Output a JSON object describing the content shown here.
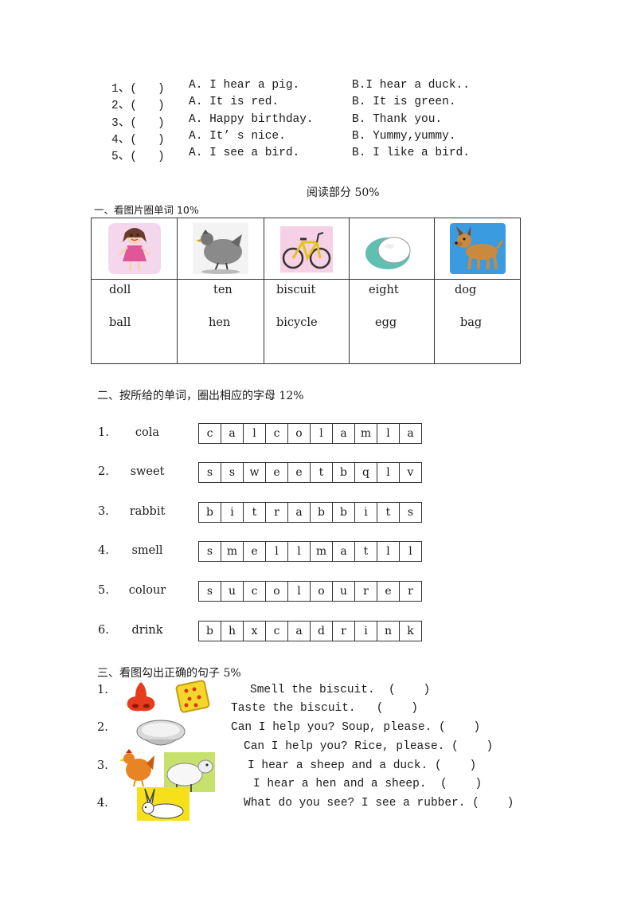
{
  "listening": [
    {
      "num": "1、(   )",
      "a": "A. I hear a pig.",
      "b": "B.I hear a duck.."
    },
    {
      "num": "2、(   )",
      "a": "A. It is red.",
      "b": "B. It is green."
    },
    {
      "num": "3、(   )",
      "a": "A. Happy birthday.",
      "b": "B. Thank you."
    },
    {
      "num": "4、(   )",
      "a": "A. It’ s nice.",
      "b": "B. Yummy,yummy."
    },
    {
      "num": "5、(   )",
      "a": "A. I see a bird.",
      "b": "B. I like a bird."
    }
  ],
  "reading_title": "阅读部分 50%",
  "section1": {
    "title": "一、看图片圈单词 10%",
    "items": [
      {
        "icon": "doll-icon",
        "w1": "doll",
        "w2": "ball"
      },
      {
        "icon": "hen-icon",
        "w1": "ten",
        "w2": "hen"
      },
      {
        "icon": "bicycle-icon",
        "w1": "biscuit",
        "w2": "bicycle"
      },
      {
        "icon": "egg-icon",
        "w1": "eight",
        "w2": "egg"
      },
      {
        "icon": "dog-icon",
        "w1": "dog",
        "w2": "bag"
      }
    ]
  },
  "section2": {
    "title": "二、按所给的单词，圈出相应的字母 12%",
    "rows": [
      {
        "num": "1.",
        "word": "cola",
        "letters": [
          "c",
          "a",
          "l",
          "c",
          "o",
          "l",
          "a",
          "m",
          "l",
          "a"
        ]
      },
      {
        "num": "2.",
        "word": "sweet",
        "letters": [
          "s",
          "s",
          "w",
          "e",
          "e",
          "t",
          "b",
          "q",
          "l",
          "v"
        ]
      },
      {
        "num": "3.",
        "word": "rabbit",
        "letters": [
          "b",
          "i",
          "t",
          "r",
          "a",
          "b",
          "b",
          "i",
          "t",
          "s"
        ]
      },
      {
        "num": "4.",
        "word": "smell",
        "letters": [
          "s",
          "m",
          "e",
          "l",
          "l",
          "m",
          "a",
          "t",
          "l",
          "l"
        ]
      },
      {
        "num": "5.",
        "word": "colour",
        "letters": [
          "s",
          "u",
          "c",
          "o",
          "l",
          "o",
          "u",
          "r",
          "e",
          "r"
        ]
      },
      {
        "num": "6.",
        "word": "drink",
        "letters": [
          "b",
          "h",
          "x",
          "c",
          "a",
          "d",
          "r",
          "i",
          "n",
          "k"
        ]
      }
    ]
  },
  "section3": {
    "title": "三、看图勾出正确的句子 5%",
    "nums": [
      "1.",
      "2.",
      "3.",
      "4."
    ],
    "sentences": [
      "Smell the biscuit.  (    )",
      "Taste the biscuit.   (    )",
      "Can I help you? Soup, please. (    )",
      "Can I help you? Rice, please. (    )",
      "I hear a sheep and a duck. (    )",
      "I hear a hen and a sheep.  (    )",
      "What do you see? I see a rubber. (    )"
    ],
    "icons": [
      "nose-icon",
      "biscuit-icon",
      "rice-bowl-icon",
      "hen-icon",
      "sheep-icon",
      "rabbit-icon"
    ]
  }
}
